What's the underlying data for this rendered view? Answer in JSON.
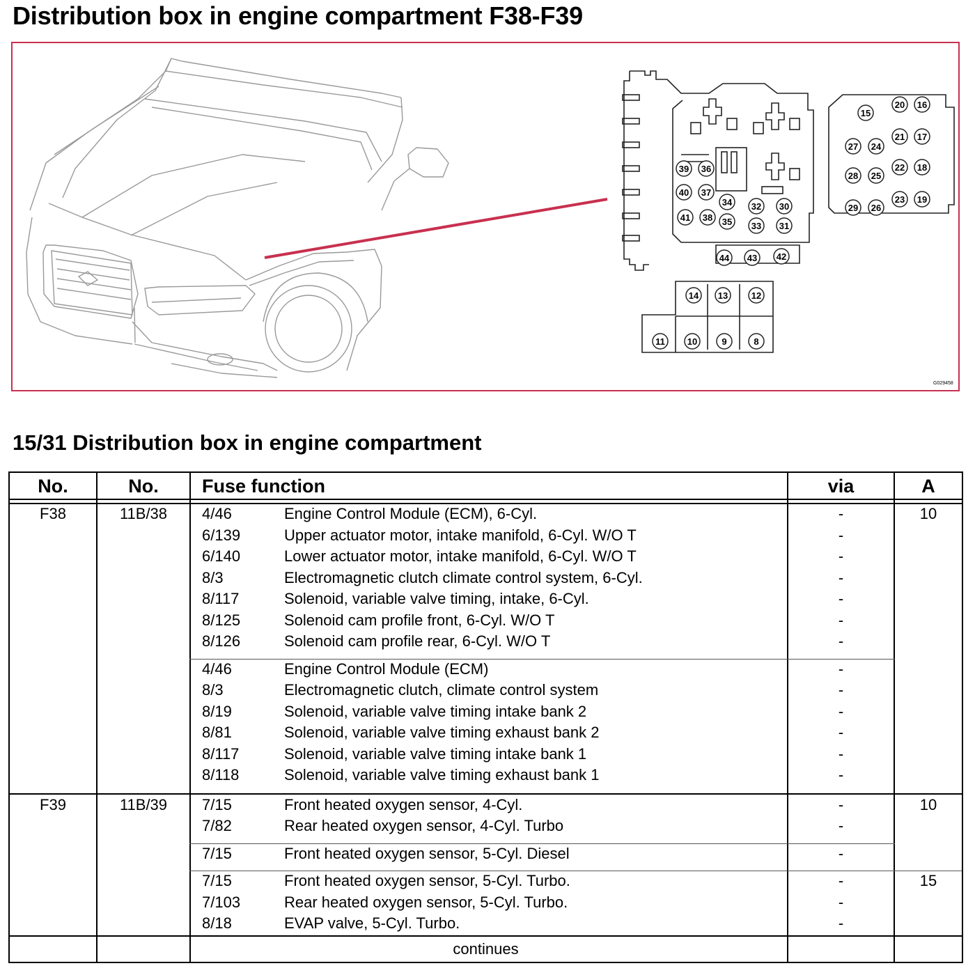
{
  "page_title": "Distribution box in engine compartment F38-F39",
  "figure_code": "G029458",
  "fuse_labels": [
    "15",
    "20",
    "16",
    "21",
    "17",
    "27",
    "24",
    "22",
    "18",
    "28",
    "25",
    "23",
    "19",
    "29",
    "26",
    "39",
    "36",
    "40",
    "37",
    "34",
    "32",
    "30",
    "41",
    "38",
    "35",
    "33",
    "31",
    "44",
    "43",
    "42",
    "14",
    "13",
    "12",
    "11",
    "10",
    "9",
    "8"
  ],
  "section_title": "15/31 Distribution box in engine compartment",
  "table": {
    "headers": {
      "no1": "No.",
      "no2": "No.",
      "function": "Fuse function",
      "via": "via",
      "amp": "A"
    },
    "fuses": [
      {
        "no": "F38",
        "conn": "11B/38",
        "groups": [
          {
            "amp": "10",
            "rows": [
              {
                "code": "4/46",
                "text": "Engine Control Module (ECM), 6-Cyl.",
                "via": "-"
              },
              {
                "code": "6/139",
                "text": "Upper actuator motor, intake manifold, 6-Cyl. W/O T",
                "via": "-"
              },
              {
                "code": "6/140",
                "text": "Lower actuator motor, intake manifold, 6-Cyl. W/O T",
                "via": "-"
              },
              {
                "code": "8/3",
                "text": "Electromagnetic clutch climate control system, 6-Cyl.",
                "via": "-"
              },
              {
                "code": "8/117",
                "text": "Solenoid, variable valve timing, intake, 6-Cyl.",
                "via": "-"
              },
              {
                "code": "8/125",
                "text": "Solenoid cam profile front, 6-Cyl. W/O T",
                "via": "-"
              },
              {
                "code": "8/126",
                "text": "Solenoid cam profile rear, 6-Cyl. W/O T",
                "via": "-"
              }
            ]
          },
          {
            "amp": "",
            "rows": [
              {
                "code": "4/46",
                "text": "Engine Control Module (ECM)",
                "via": "-"
              },
              {
                "code": "8/3",
                "text": "Electromagnetic clutch, climate control system",
                "via": "-"
              },
              {
                "code": "8/19",
                "text": "Solenoid, variable valve timing intake bank 2",
                "via": "-"
              },
              {
                "code": "8/81",
                "text": "Solenoid, variable valve timing exhaust bank 2",
                "via": "-"
              },
              {
                "code": "8/117",
                "text": "Solenoid, variable valve timing intake bank 1",
                "via": "-"
              },
              {
                "code": "8/118",
                "text": "Solenoid, variable valve timing exhaust bank 1",
                "via": "-"
              }
            ]
          }
        ]
      },
      {
        "no": "F39",
        "conn": "11B/39",
        "groups": [
          {
            "amp": "10",
            "rows": [
              {
                "code": "7/15",
                "text": "Front heated oxygen sensor, 4-Cyl.",
                "via": "-"
              },
              {
                "code": "7/82",
                "text": "Rear heated oxygen sensor, 4-Cyl. Turbo",
                "via": "-"
              }
            ]
          },
          {
            "amp": "",
            "rows": [
              {
                "code": "7/15",
                "text": "Front heated oxygen sensor, 5-Cyl. Diesel",
                "via": "-"
              }
            ]
          },
          {
            "amp": "15",
            "rows": [
              {
                "code": "7/15",
                "text": "Front heated oxygen sensor, 5-Cyl. Turbo.",
                "via": "-"
              },
              {
                "code": "7/103",
                "text": "Rear heated oxygen sensor, 5-Cyl. Turbo.",
                "via": "-"
              },
              {
                "code": "8/18",
                "text": "EVAP valve, 5-Cyl. Turbo.",
                "via": "-"
              }
            ]
          }
        ]
      }
    ],
    "footer": "continues"
  }
}
